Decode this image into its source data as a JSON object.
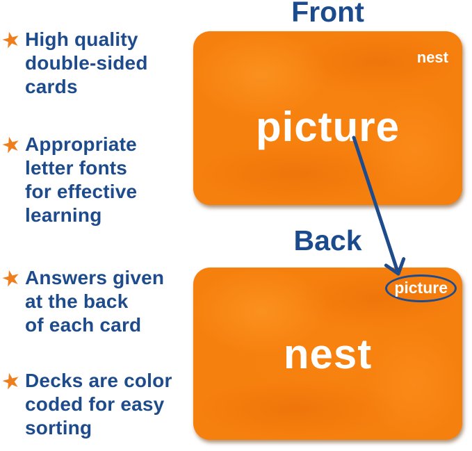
{
  "colors": {
    "navy": "#1d4b8c",
    "star_orange": "#ef7f1e",
    "card_orange": "#f6800e",
    "card_text_white": "#ffffff",
    "background": "#ffffff"
  },
  "icons": {
    "star": "★"
  },
  "bullets": [
    {
      "lines": [
        "High quality",
        "double-sided",
        "cards"
      ]
    },
    {
      "lines": [
        "Appropriate",
        "letter fonts",
        "for effective",
        "learning"
      ]
    },
    {
      "lines": [
        "Answers given",
        "at the back",
        "of each card"
      ]
    },
    {
      "lines": [
        "Decks are color",
        "coded for easy",
        "sorting"
      ]
    }
  ],
  "front_card": {
    "title": "Front",
    "corner_label": "nest",
    "word": "picture"
  },
  "back_card": {
    "title": "Back",
    "circled_label": "picture",
    "word": "nest"
  }
}
